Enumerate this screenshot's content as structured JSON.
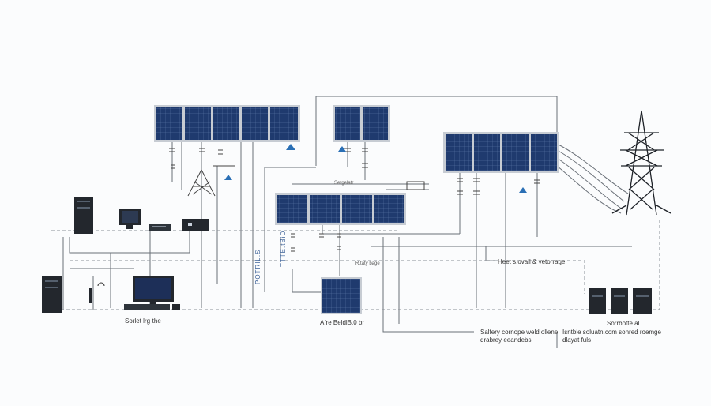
{
  "labels": {
    "workstation": "Sorlet lrg·the",
    "inverter": "Afre BeldlB.0 br",
    "heat_storage": "Heet s.ovall & vetorrage",
    "batteries": "Sorrbotte al",
    "note_left_1": "Salfery cornope weld ollene",
    "note_left_2": "drabrey eeandebs",
    "note_right_1": "Isntble soluatn.com sonred roemge",
    "note_right_2": "dlayat fuls",
    "vertical_1": "POTRIL.S",
    "vertical_2": "TTTE.tBiD",
    "small_1": "Sergelatr",
    "small_2": "R.taty bage"
  },
  "colors": {
    "panel": "#1f3a6e",
    "panel_grid": "#8fa6c9",
    "frame": "#b9c1cc",
    "wire": "#6a7078",
    "dashed": "#8a8f96",
    "device": "#23272d",
    "accent": "#2a6fb5"
  }
}
